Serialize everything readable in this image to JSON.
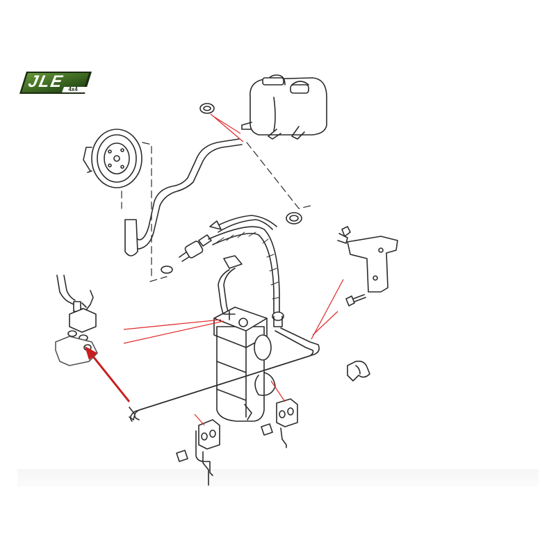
{
  "logo": {
    "name": "JLE",
    "subtext": "4x4",
    "colors": {
      "background_dark": "#1e3a1a",
      "background_mid": "#4a7a2a",
      "text": "#ffffff"
    }
  },
  "diagram": {
    "description_type": "exploded parts view",
    "colors": {
      "line": "#2a2a2a",
      "part_fill": "#ffffff",
      "leader_red": "#e03030",
      "arrow_red": "#c81e1e"
    }
  }
}
